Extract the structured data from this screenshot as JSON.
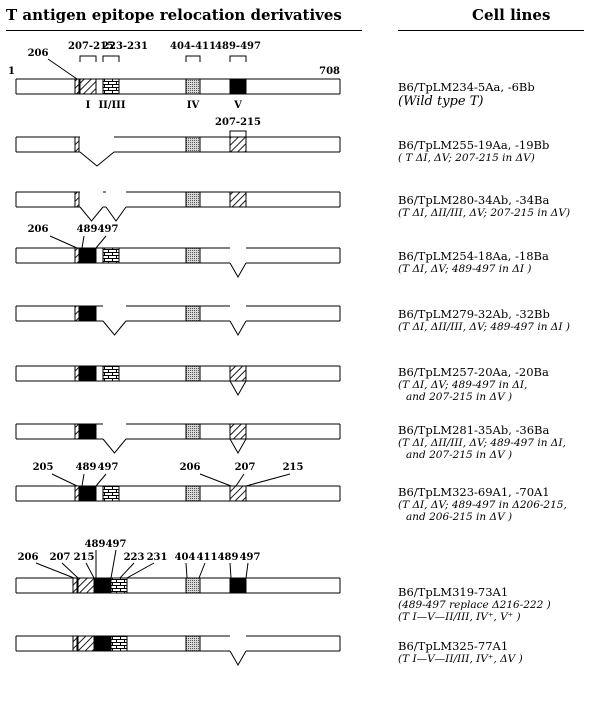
{
  "header": {
    "left": "T antigen epitope relocation derivatives",
    "right": "Cell lines"
  },
  "scale": {
    "start": "1",
    "end": "708"
  },
  "rows": [
    {
      "cell": "B6/TpLM234-5Aa, -6Bb",
      "notes": [
        "(Wild type T)"
      ],
      "labels": [
        "206",
        "207-215",
        "223-231",
        "404-411",
        "489-497"
      ],
      "region_names": [
        "I",
        "II/III",
        "IV",
        "V"
      ]
    },
    {
      "cell": "B6/TpLM255-19Aa, -19Bb",
      "notes": [
        "( T ΔI, ΔV; 207-215 in ΔV)"
      ],
      "labels": [
        "207-215"
      ]
    },
    {
      "cell": "B6/TpLM280-34Ab, -34Ba",
      "notes": [
        "(T ΔI, ΔII/III, ΔV; 207-215 in ΔV)"
      ]
    },
    {
      "cell": "B6/TpLM254-18Aa, -18Ba",
      "notes": [
        "(T ΔI, ΔV; 489-497 in ΔI )"
      ],
      "labels": [
        "206",
        "489",
        "497"
      ]
    },
    {
      "cell": "B6/TpLM279-32Ab, -32Bb",
      "notes": [
        "(T ΔI, ΔII/III, ΔV; 489-497 in ΔI )"
      ]
    },
    {
      "cell": "B6/TpLM257-20Aa, -20Ba",
      "notes": [
        "(T ΔI,  ΔV; 489-497 in ΔI,",
        "and 207-215 in ΔV )"
      ]
    },
    {
      "cell": "B6/TpLM281-35Ab, -36Ba",
      "notes": [
        "(T ΔI, ΔII/III, ΔV; 489-497 in ΔI,",
        "and 207-215 in ΔV )"
      ]
    },
    {
      "cell": "B6/TpLM323-69A1, -70A1",
      "notes": [
        "(T ΔI,  ΔV; 489-497 in Δ206-215,",
        "and 206-215 in ΔV )"
      ],
      "labels": [
        "205",
        "489",
        "497",
        "206",
        "207",
        "215"
      ]
    },
    {
      "cell": "B6/TpLM319-73A1",
      "notes": [
        "(489-497 replace Δ216-222 )",
        "(T I—V—II/III, IV⁺, V⁺ )"
      ],
      "labels": [
        "206",
        "207",
        "215",
        "489",
        "497",
        "223",
        "231",
        "404",
        "411",
        "489",
        "497"
      ]
    },
    {
      "cell": "B6/TpLM325-77A1",
      "notes": [
        "(T I—V—II/III, IV⁺, ΔV )"
      ]
    }
  ]
}
